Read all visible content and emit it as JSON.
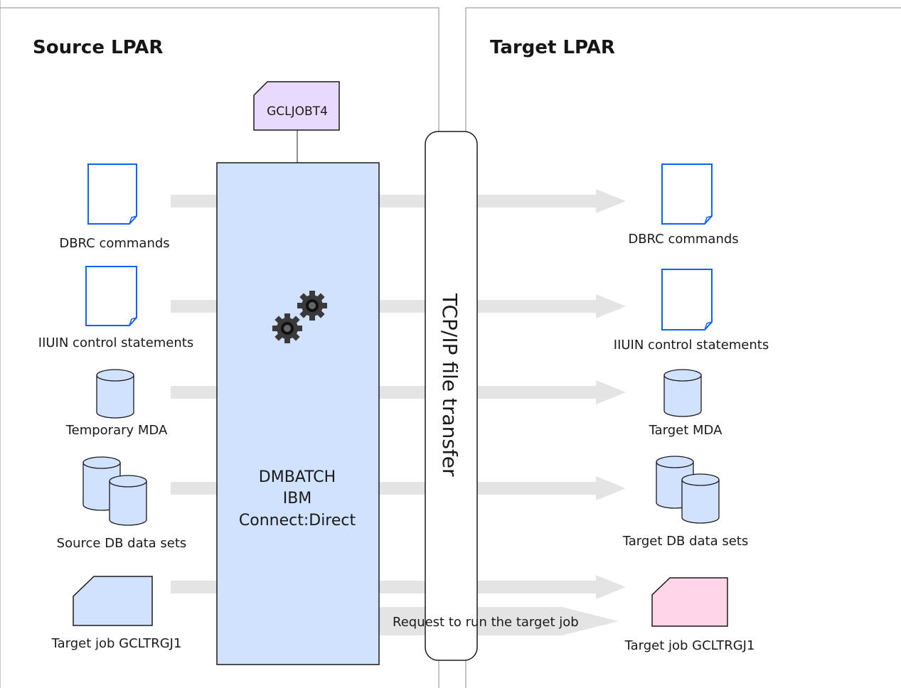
{
  "source": {
    "title": "Source LPAR",
    "job_card": "GCLJOBT4",
    "items": [
      {
        "label": "DBRC commands",
        "icon": "document-icon"
      },
      {
        "label": "IIUIN control statements",
        "icon": "document-icon"
      },
      {
        "label": "Temporary MDA",
        "icon": "database-icon"
      },
      {
        "label": "Source DB data sets",
        "icon": "database-stack-icon"
      },
      {
        "label": "Target job GCLTRGJ1",
        "icon": "job-card-icon"
      }
    ]
  },
  "target": {
    "title": "Target LPAR",
    "items": [
      {
        "label": "DBRC commands",
        "icon": "document-icon"
      },
      {
        "label": "IIUIN control statements",
        "icon": "document-icon"
      },
      {
        "label": "Target  MDA",
        "icon": "database-icon"
      },
      {
        "label": "Target  DB data sets",
        "icon": "database-stack-icon"
      },
      {
        "label": "Target job GCLTRGJ1",
        "icon": "job-card-icon"
      }
    ]
  },
  "dmbatch": {
    "line1": "DMBATCH",
    "line2": "IBM",
    "line3": "Connect:Direct",
    "icon": "gears-icon"
  },
  "transfer": {
    "label": "TCP/IP file transfer"
  },
  "request": {
    "label": "Request to run the target job"
  },
  "colors": {
    "box_fill": "#d0e2ff",
    "box_stroke": "#0f62fe",
    "job_source_fill": "#e8daff",
    "job_target_fill": "#ffd6e8",
    "arrow": "#e0e0e0",
    "pane_border": "#8d8d8d"
  }
}
